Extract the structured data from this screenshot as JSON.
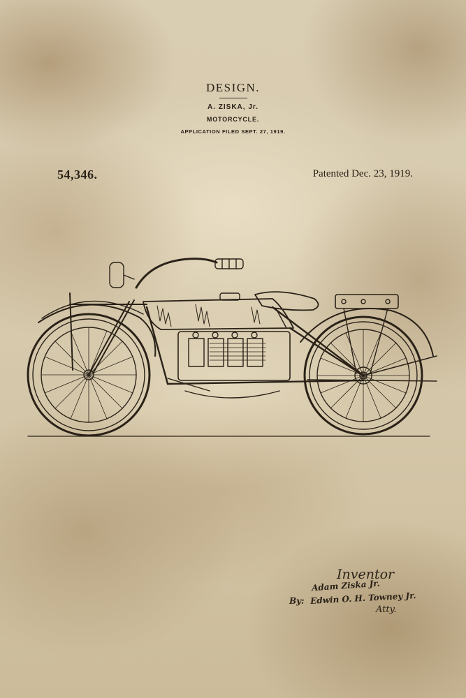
{
  "header": {
    "title": "DESIGN.",
    "inventor": "A. ZISKA, Jr.",
    "subject": "MOTORCYCLE.",
    "filed": "APPLICATION FILED SEPT. 27, 1919."
  },
  "patent": {
    "number": "54,346.",
    "date": "Patented Dec. 23, 1919."
  },
  "signature": {
    "label": "Inventor",
    "inventor_name": "Adam Ziska Jr.",
    "by": "By:",
    "attorney_name": "Edwin O. H. Towney Jr.",
    "attorney_title": "Atty."
  },
  "colors": {
    "paper": "#d9cdb2",
    "ink": "#2a2218"
  }
}
